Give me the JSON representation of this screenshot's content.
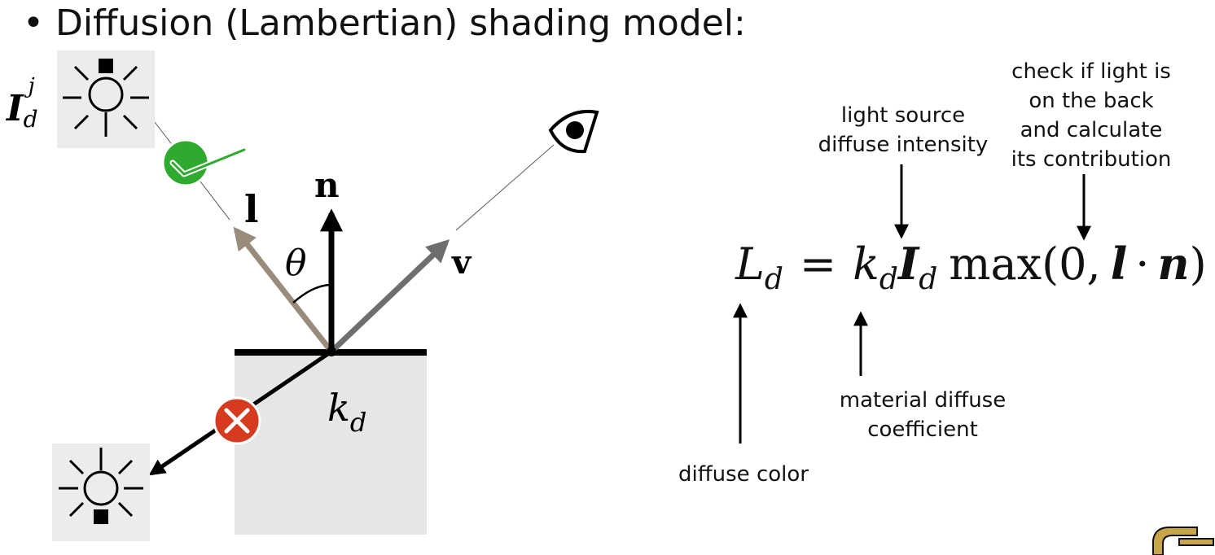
{
  "title": "• Diffusion (Lambertian) shading model:",
  "diagram": {
    "light_label_main": "I",
    "light_label_sub": "d",
    "light_label_sup": "j",
    "vec_l": "l",
    "vec_n": "n",
    "vec_v": "v",
    "angle": "θ",
    "material_main": "k",
    "material_sub": "d"
  },
  "equation": {
    "lhs_main": "L",
    "lhs_sub": "d",
    "equals": "=",
    "k_main": "k",
    "k_sub": "d",
    "i_main": "I",
    "i_sub": "d",
    "max_open": "max(0,",
    "l": "l",
    "dot": "·",
    "n": "n",
    "close": ")"
  },
  "annotations": {
    "check_light": [
      "check if light is",
      "on the back",
      "and calculate",
      "its contribution"
    ],
    "light_intensity": [
      "light source",
      "diffuse intensity"
    ],
    "material_coef": [
      "material diffuse",
      "coefficient"
    ],
    "diffuse_color": "diffuse color"
  },
  "colors": {
    "check_green": "#2eaa2e",
    "cross_red": "#d63a1f",
    "surface_fill": "#e6e6e6",
    "vector_l": "#9a8c7c",
    "vector_v": "#6e6e6e",
    "logo_gold": "#c9a54a"
  },
  "icons": [
    "light-bulb-icon",
    "check-icon",
    "eye-icon",
    "cross-icon",
    "light-bulb-icon",
    "logo-icon"
  ]
}
